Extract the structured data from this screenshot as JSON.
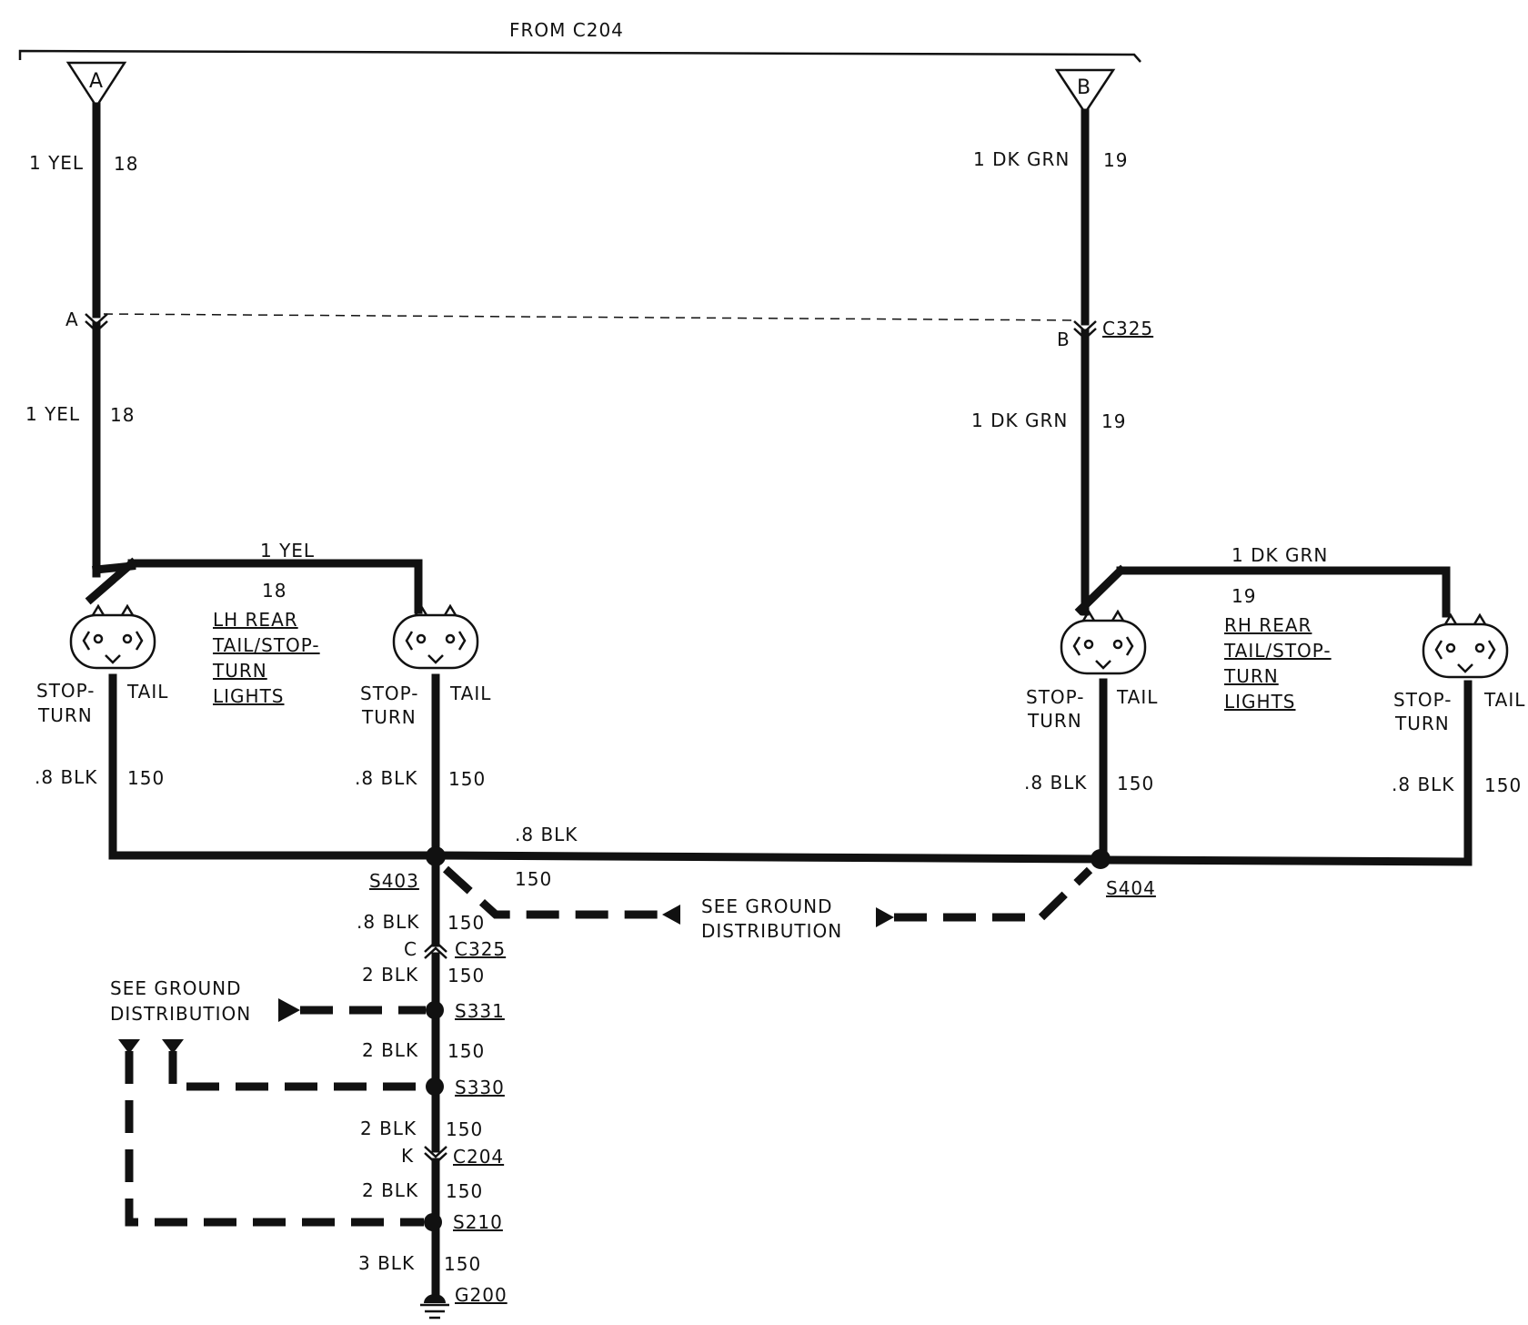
{
  "header": {
    "title": "FROM C204"
  },
  "feeds": {
    "a": "A",
    "b": "B"
  },
  "wires": {
    "lh_top_color": "1 YEL",
    "lh_top_circuit": "18",
    "lh_mid_color": "1 YEL",
    "lh_mid_circuit": "18",
    "lh_jump_color": "1 YEL",
    "lh_jump_circuit": "18",
    "rh_top_color": "1 DK GRN",
    "rh_top_circuit": "19",
    "rh_mid_color": "1 DK GRN",
    "rh_mid_circuit": "19",
    "rh_jump_color": "1 DK GRN",
    "rh_jump_circuit": "19",
    "blk_1_color": ".8 BLK",
    "blk_1_circuit": "150",
    "blk_2_color": ".8 BLK",
    "blk_2_circuit": "150",
    "blk_3_color": ".8 BLK",
    "blk_3_circuit": "150",
    "blk_4_color": ".8 BLK",
    "blk_4_circuit": "150",
    "bus_color": ".8 BLK",
    "bus_circuit": "150",
    "trunk_1_color": ".8 BLK",
    "trunk_1_circuit": "150",
    "trunk_2_color": "2 BLK",
    "trunk_2_circuit": "150",
    "trunk_3_color": "2 BLK",
    "trunk_3_circuit": "150",
    "trunk_4_color": "2 BLK",
    "trunk_4_circuit": "150",
    "trunk_5_color": "2 BLK",
    "trunk_5_circuit": "150",
    "trunk_6_color": "3 BLK",
    "trunk_6_circuit": "150"
  },
  "connectors": {
    "c325_top": "C325",
    "c325_pin_a": "A",
    "c325_pin_b": "B",
    "c325_bottom": "C325",
    "c325_pin_c": "C",
    "c204": "C204",
    "c204_pin_k": "K"
  },
  "splices": {
    "s403": "S403",
    "s404": "S404",
    "s331": "S331",
    "s330": "S330",
    "s210": "S210"
  },
  "ground": {
    "g200": "G200"
  },
  "lamps": {
    "stop_turn_l1": "STOP-",
    "stop_turn_l2": "TURN",
    "tail": "TAIL"
  },
  "labels": {
    "lh_1": "LH REAR",
    "lh_2": "TAIL/STOP-",
    "lh_3": "TURN",
    "lh_4": "LIGHTS",
    "rh_1": "RH REAR",
    "rh_2": "TAIL/STOP-",
    "rh_3": "TURN",
    "rh_4": "LIGHTS",
    "see_ground_1": "SEE GROUND",
    "see_ground_2": "DISTRIBUTION"
  }
}
